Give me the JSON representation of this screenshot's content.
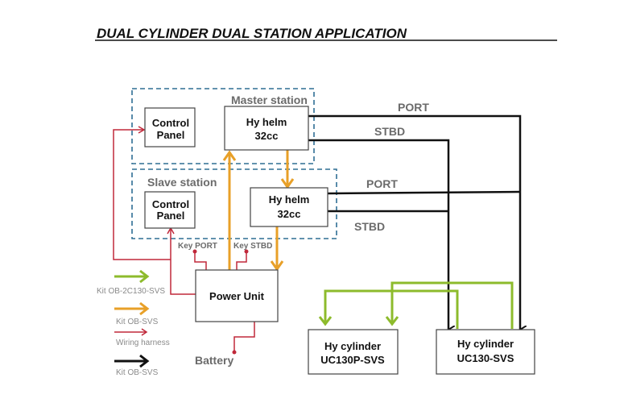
{
  "title": "DUAL CYLINDER DUAL STATION APPLICATION",
  "colors": {
    "kit_ob_2c130_svs": "#8dbb2c",
    "kit_ob_svs": "#e8a028",
    "wiring_harness": "#c0283a",
    "kit_ob_svs_black": "#111111",
    "station_border": "#2f6e94",
    "label_gray": "#6b6b6b"
  },
  "stations": {
    "master": {
      "label": "Master station"
    },
    "slave": {
      "label": "Slave station"
    }
  },
  "boxes": {
    "master_control_panel": {
      "line1": "Control",
      "line2": "Panel"
    },
    "master_helm": {
      "line1": "Hy helm",
      "line2": "32cc"
    },
    "slave_control_panel": {
      "line1": "Control",
      "line2": "Panel"
    },
    "slave_helm": {
      "line1": "Hy helm",
      "line2": "32cc"
    },
    "power_unit": {
      "line1": "Power Unit"
    },
    "cylinder_port": {
      "line1": "Hy cylinder",
      "line2": "UC130P-SVS"
    },
    "cylinder_stbd": {
      "line1": "Hy cylinder",
      "line2": "UC130-SVS"
    }
  },
  "line_labels": {
    "master_port": "PORT",
    "master_stbd": "STBD",
    "slave_port": "PORT",
    "slave_stbd": "STBD",
    "key_port": "Key PORT",
    "key_stbd": "Key STBD",
    "battery": "Battery"
  },
  "legend": [
    {
      "label": "Kit OB-2C130-SVS",
      "color_key": "kit_ob_2c130_svs"
    },
    {
      "label": "Kit OB-SVS",
      "color_key": "kit_ob_svs"
    },
    {
      "label": "Wiring harness",
      "color_key": "wiring_harness"
    },
    {
      "label": "Kit OB-SVS",
      "color_key": "kit_ob_svs_black"
    }
  ]
}
